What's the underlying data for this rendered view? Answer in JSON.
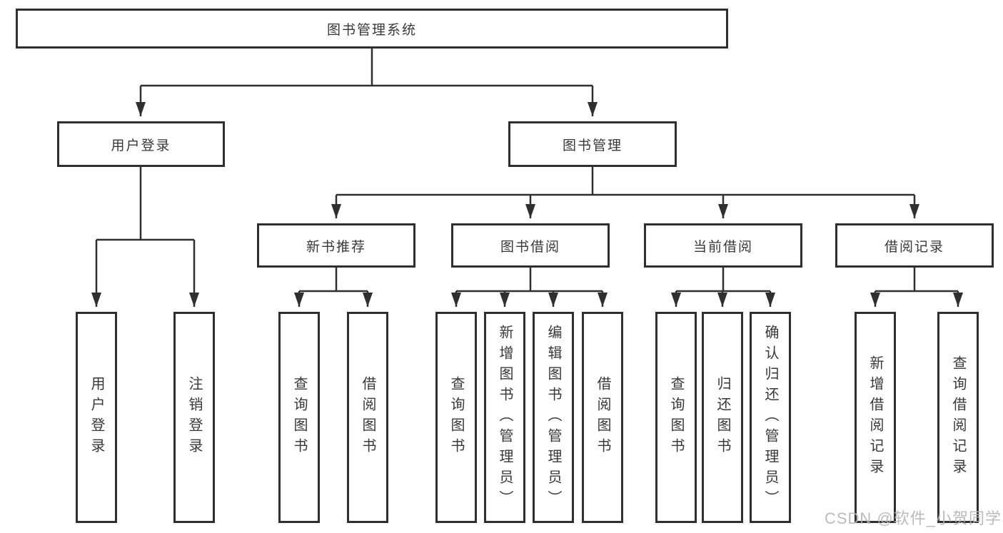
{
  "tree": {
    "root": "图书管理系统",
    "branches": [
      {
        "label": "用户登录",
        "children": [
          {
            "label": "用户登录"
          },
          {
            "label": "注销登录"
          }
        ]
      },
      {
        "label": "图书管理",
        "children": [
          {
            "label": "新书推荐",
            "children": [
              {
                "label": "查询图书"
              },
              {
                "label": "借阅图书"
              }
            ]
          },
          {
            "label": "图书借阅",
            "children": [
              {
                "label": "查询图书"
              },
              {
                "label": "新增图书（管理员）"
              },
              {
                "label": "编辑图书（管理员）"
              },
              {
                "label": "借阅图书"
              }
            ]
          },
          {
            "label": "当前借阅",
            "children": [
              {
                "label": "查询图书"
              },
              {
                "label": "归还图书"
              },
              {
                "label": "确认归还（管理员）"
              }
            ]
          },
          {
            "label": "借阅记录",
            "children": [
              {
                "label": "新增借阅记录"
              },
              {
                "label": "查询借阅记录"
              }
            ]
          }
        ]
      }
    ]
  },
  "watermark": {
    "text": "CSDN @软件_小贺同学",
    "color": "#b4b4b4"
  },
  "colors": {
    "line": "#2f2f2f",
    "text": "#383838",
    "background": "#ffffff"
  }
}
